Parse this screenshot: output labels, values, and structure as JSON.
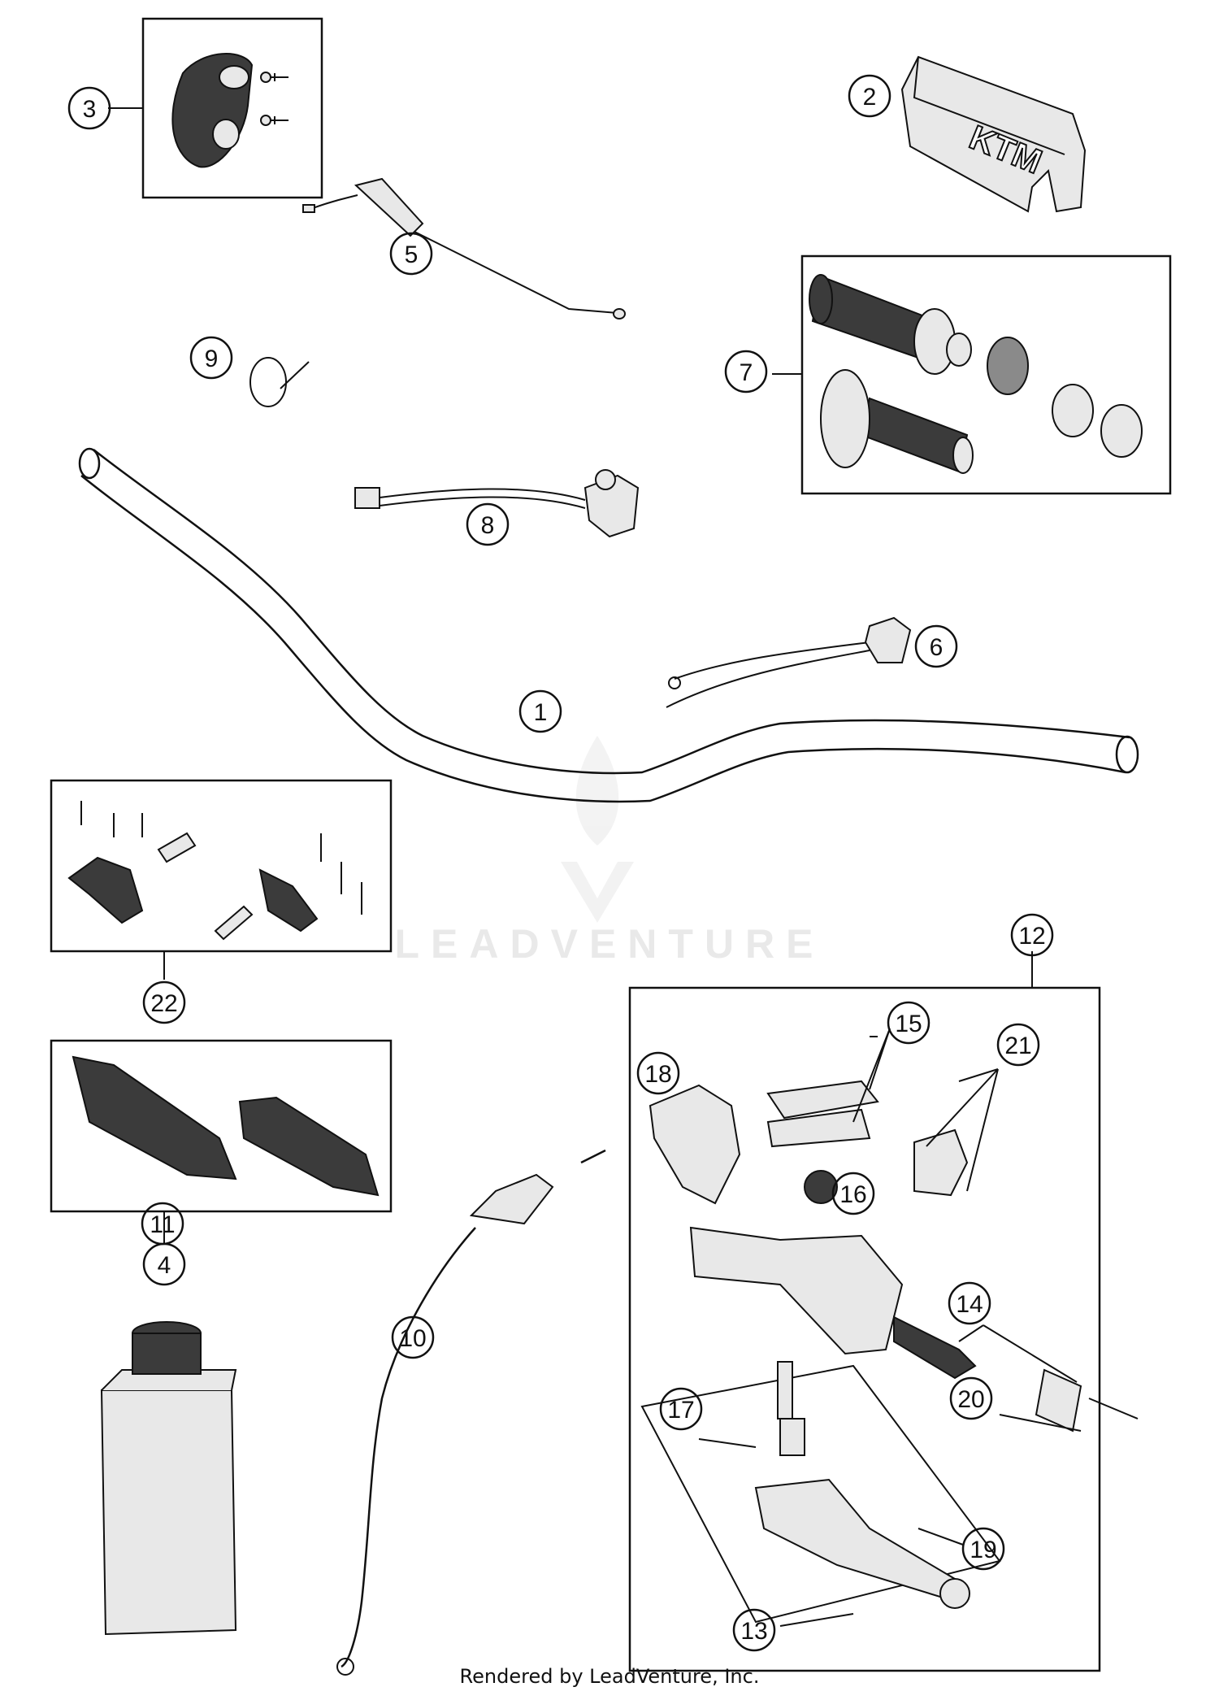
{
  "watermark": "LEADVENTURE",
  "footer": "Rendered by LeadVenture, Inc.",
  "callouts": [
    {
      "id": "1",
      "label": "1"
    },
    {
      "id": "2",
      "label": "2"
    },
    {
      "id": "3",
      "label": "3"
    },
    {
      "id": "4",
      "label": "4"
    },
    {
      "id": "5",
      "label": "5"
    },
    {
      "id": "6",
      "label": "6"
    },
    {
      "id": "7",
      "label": "7"
    },
    {
      "id": "8",
      "label": "8"
    },
    {
      "id": "9",
      "label": "9"
    },
    {
      "id": "10",
      "label": "10"
    },
    {
      "id": "11",
      "label": "11"
    },
    {
      "id": "12",
      "label": "12"
    },
    {
      "id": "13",
      "label": "13"
    },
    {
      "id": "14",
      "label": "14"
    },
    {
      "id": "15",
      "label": "15"
    },
    {
      "id": "16",
      "label": "16"
    },
    {
      "id": "17",
      "label": "17"
    },
    {
      "id": "18",
      "label": "18"
    },
    {
      "id": "19",
      "label": "19"
    },
    {
      "id": "20",
      "label": "20"
    },
    {
      "id": "21",
      "label": "21"
    },
    {
      "id": "22",
      "label": "22"
    }
  ],
  "logo_text": "KTM"
}
